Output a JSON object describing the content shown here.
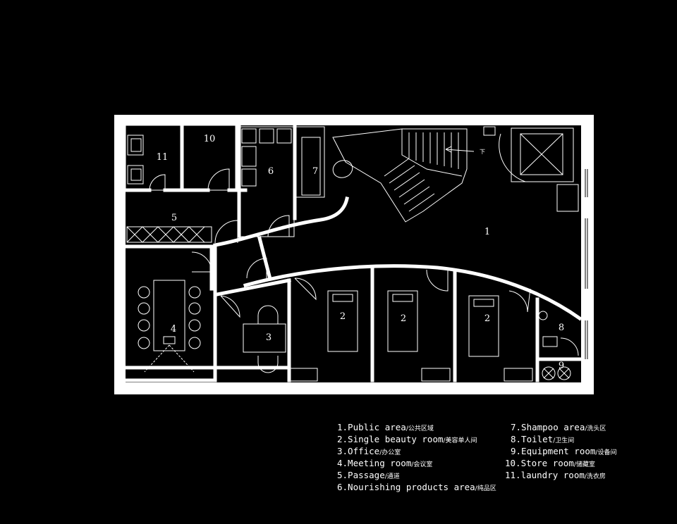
{
  "rooms": {
    "r1": "1",
    "r2a": "2",
    "r2b": "2",
    "r2c": "2",
    "r3": "3",
    "r4": "4",
    "r5": "5",
    "r6": "6",
    "r7": "7",
    "r8": "8",
    "r9": "9",
    "r10": "10",
    "r11": "11"
  },
  "stair_label": "下",
  "legend": [
    {
      "en": "1.Public area",
      "cn": "/公共区域"
    },
    {
      "en": "2.Single beauty room",
      "cn": "/美容单人间"
    },
    {
      "en": "3.Office",
      "cn": "/办公室"
    },
    {
      "en": "4.Meeting room",
      "cn": "/会议室"
    },
    {
      "en": "5.Passage",
      "cn": "/通道"
    },
    {
      "en": "6.Nourishing products area",
      "cn": "/纯品区"
    },
    {
      "en": "7.Shampoo area",
      "cn": "/洗头区"
    },
    {
      "en": "8.Toilet",
      "cn": "/卫生间"
    },
    {
      "en": "9.Equipment room",
      "cn": "/设备间"
    },
    {
      "en": "10.Store room",
      "cn": "/储藏室"
    },
    {
      "en": "11.laundry room",
      "cn": "/洗衣房"
    }
  ],
  "colors": {
    "background": "#000000",
    "wall": "#ffffff",
    "line": "#ffffff"
  }
}
